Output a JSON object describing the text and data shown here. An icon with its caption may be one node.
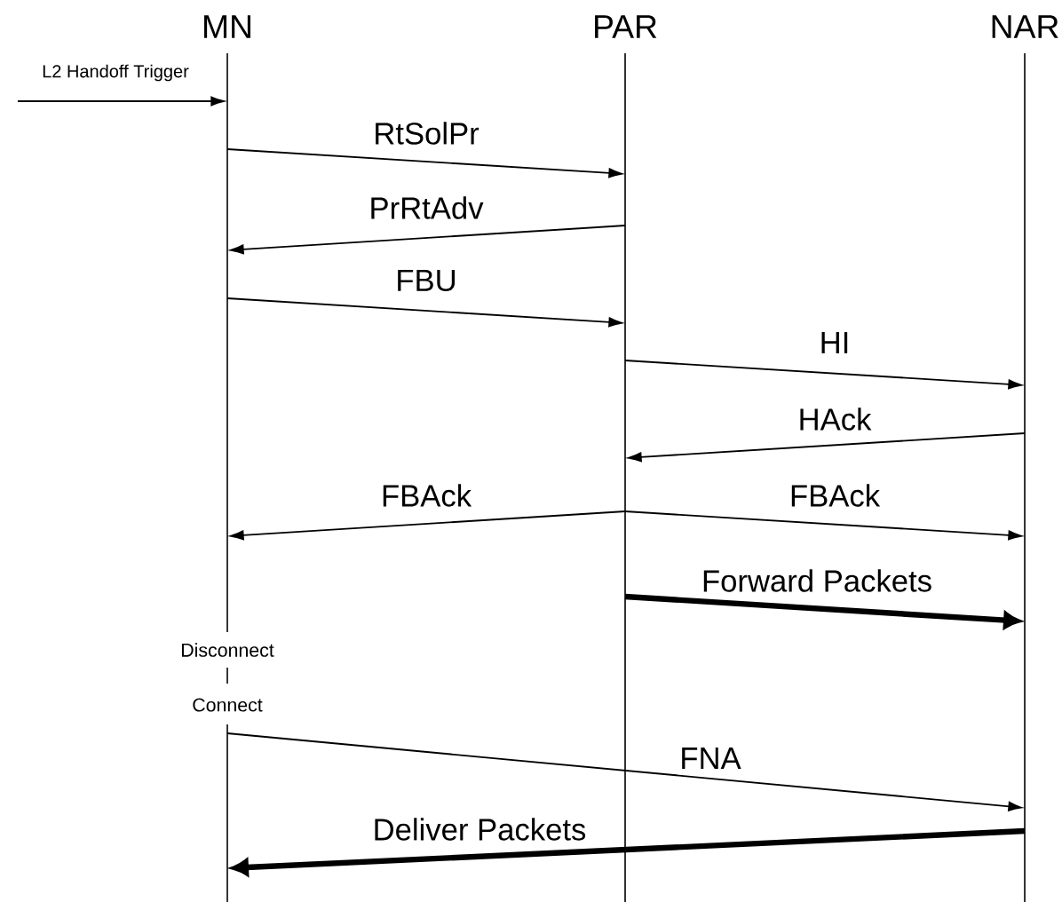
{
  "diagram": {
    "nodes": [
      {
        "text": [
          "MN"
        ]
      },
      {
        "text": [
          "PAR"
        ]
      },
      {
        "text": [
          "NAR"
        ]
      },
      {
        "text": [],
        "shape": "bar"
      },
      {
        "text": [],
        "shape": "bar"
      },
      {
        "text": [],
        "shape": "bar"
      }
    ],
    "edges": [
      {
        "from": null,
        "to": 3,
        "arrow": "to",
        "label": "L2 Handoff Trigger"
      },
      {
        "from": 3,
        "to": 4,
        "arrow": "to",
        "label": "RtSolPr"
      },
      {
        "from": 4,
        "to": 3,
        "arrow": "to",
        "label": "PrRtAdv"
      },
      {
        "from": 3,
        "to": 4,
        "arrow": "to",
        "label": "FBU"
      },
      {
        "from": 4,
        "to": 5,
        "arrow": "to",
        "label": "HI"
      },
      {
        "from": 5,
        "to": 4,
        "arrow": "to",
        "label": "HAck"
      },
      {
        "from": 4,
        "to": 3,
        "arrow": "to",
        "label": "FBAck"
      },
      {
        "from": 4,
        "to": 5,
        "arrow": "to",
        "label": "FBAck"
      },
      {
        "from": 4,
        "to": 5,
        "arrow": "to",
        "label": "Forward Packets",
        "style": "thick"
      },
      {
        "from": 3,
        "to": 5,
        "arrow": "to",
        "label": "FNA"
      },
      {
        "from": 5,
        "to": 3,
        "arrow": "to",
        "label": "Deliver Packets",
        "style": "thick"
      }
    ],
    "labels": [
      "Disconnect",
      "Connect"
    ]
  }
}
